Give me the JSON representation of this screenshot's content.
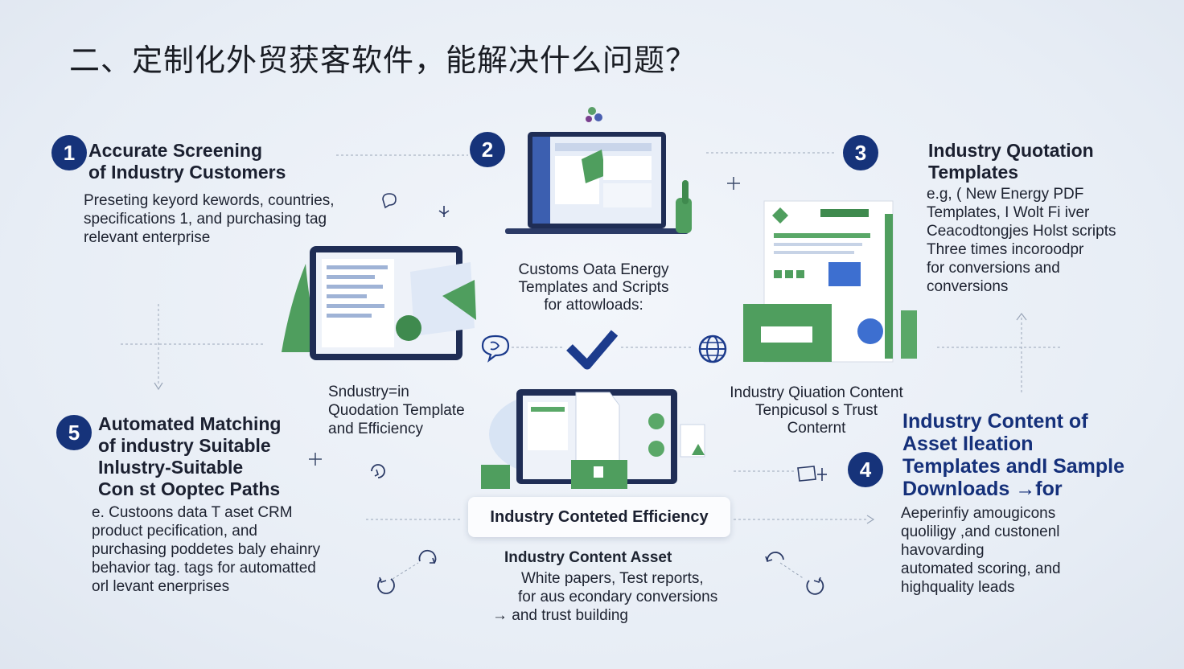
{
  "title": "二、定制化外贸获客软件，能解决什么问题？",
  "colors": {
    "badge": "#16337a",
    "accent_green": "#4f9e5e",
    "accent_blue": "#3d6fd0"
  },
  "steps": [
    {
      "number": "1",
      "heading": [
        "Accurate Screening",
        "of Industry Customers"
      ],
      "body": [
        "Preseting keyord kewords, countries,",
        "specifications 1, and purchasing tag",
        "relevant enterprise"
      ]
    },
    {
      "number": "2",
      "heading": [],
      "body": []
    },
    {
      "number": "3",
      "heading": [
        "Industry Quotation",
        "Templates"
      ],
      "body": [
        "e.g, ( New Energy PDF",
        "Templates, I Wolt Fi iver",
        "Ceacodtongjes Holst scripts",
        "Three times incoroodpr",
        "for conversions and",
        "conversions"
      ]
    },
    {
      "number": "4",
      "heading": [
        "Industry Content of",
        "Asset Ileation",
        "Templates andI Sample",
        "Downloads →for"
      ],
      "body": [
        "Aeperinfiy amougicons",
        "quoliligy ,and custonenl",
        "havovarding",
        "automated scoring, and",
        "highquality leads"
      ]
    },
    {
      "number": "5",
      "heading": [
        "Automated Matching",
        "of industry Suitable",
        "Inlustry-Suitable",
        "Con st Ooptec Paths"
      ],
      "body": [
        "e. Custoons data T aset CRM",
        "product pecification, and",
        "purchasing poddetes baly ehainry",
        "behavior tag. tags for automatted",
        "orl levant enerprises"
      ]
    }
  ],
  "center_labels": {
    "customs": [
      "Customs Oata Energy",
      "Templates and Scripts",
      "for attowloads:"
    ],
    "sindustry": [
      "Sndustry=in",
      "Quodation Template",
      "and Efficiency"
    ],
    "quotation_content": [
      "Industry Qiuation Content",
      "Tenpicusol s Trust",
      "Conternt"
    ],
    "efficiency_box": "Industry Conteted Efficiency",
    "content_asset_title": "Industry Content Asset",
    "content_asset_body": [
      "White papers, Test reports,",
      "for aus econdary conversions",
      "→ and trust building"
    ]
  },
  "icons": [
    "checkmark-icon",
    "globe-icon",
    "chat-bubble-icon",
    "refresh-icon",
    "laptop-icon",
    "document-icon",
    "plant-icon"
  ]
}
